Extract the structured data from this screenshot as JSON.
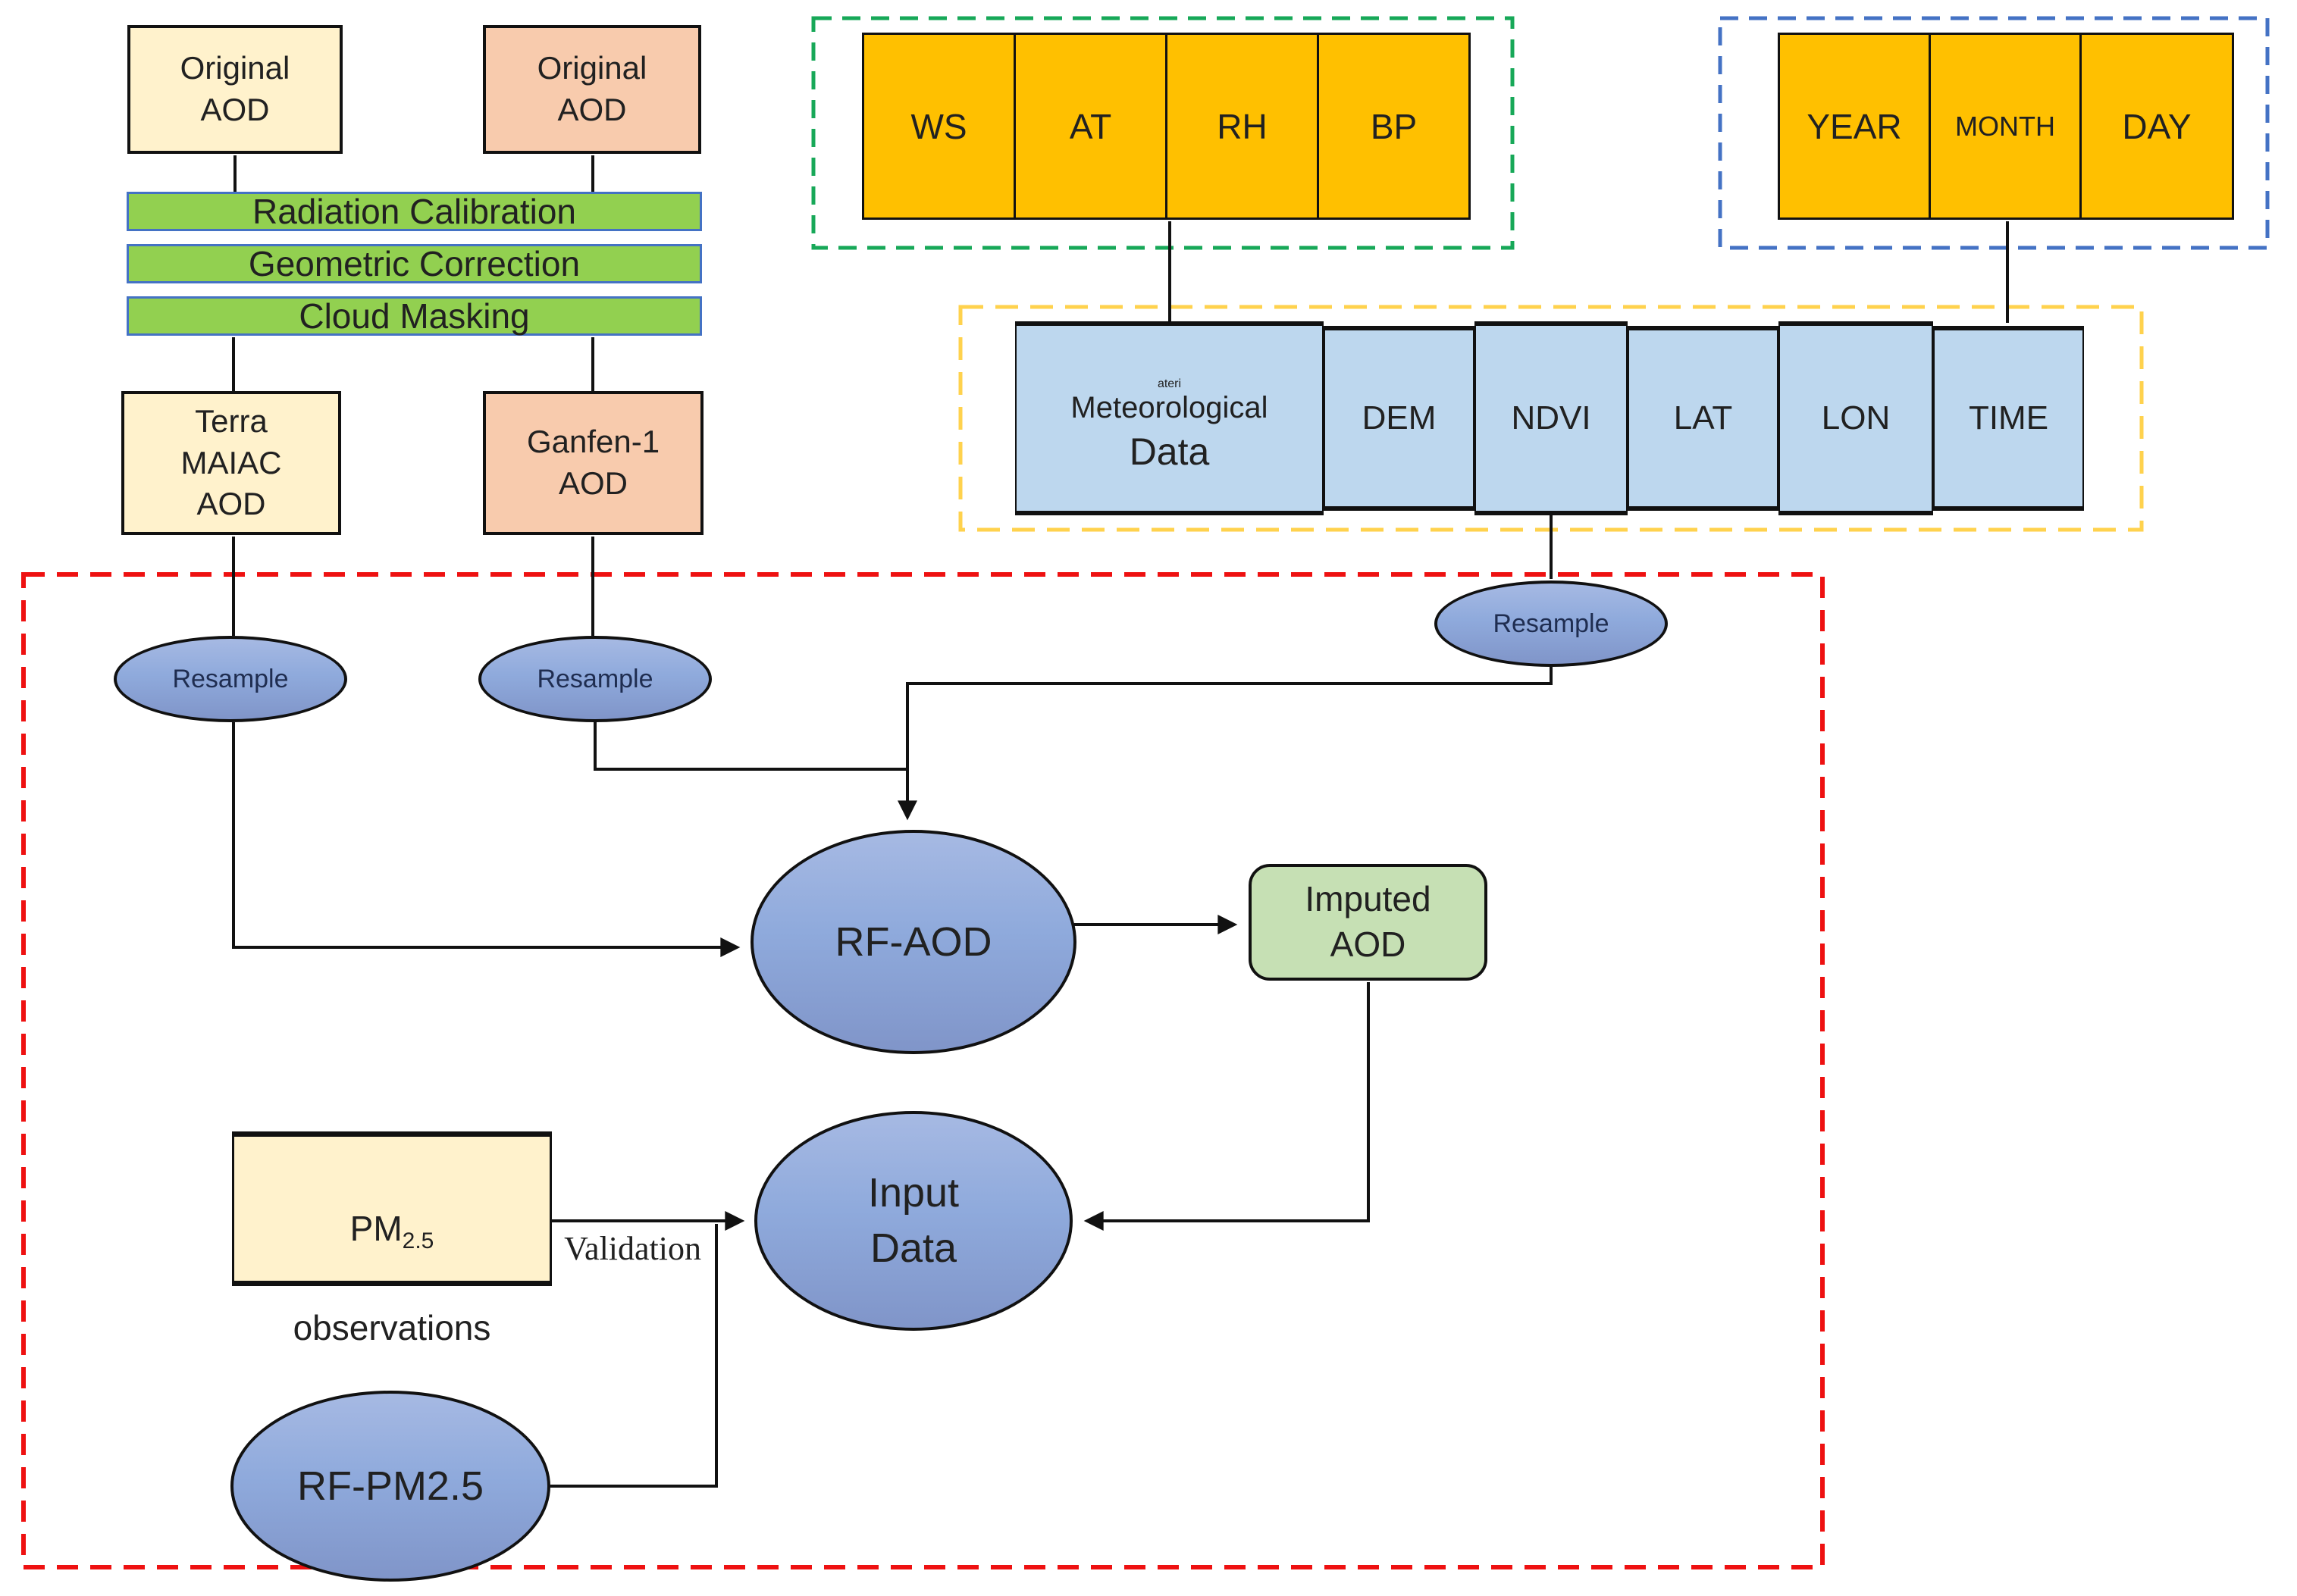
{
  "palette": {
    "cream_fill": "#FFF2CC",
    "salmon_fill": "#F8CBAD",
    "green_bar_fill": "#92D050",
    "green_bar_border": "#4472C4",
    "orange_fill": "#FFC000",
    "light_blue_fill": "#BDD7EE",
    "ellipse_fill": "#8FAADC",
    "imputed_fill": "#C6E0B4",
    "green_dash": "#17A858",
    "blue_dash": "#4472C4",
    "yellow_dash": "#FFD24D",
    "red_dash": "#EE1111",
    "line_color": "#111111"
  },
  "preprocess": {
    "original_terra_label": "Original\nAOD",
    "original_gaofen_label": "Original\nAOD",
    "steps": [
      "Radiation Calibration",
      "Geometric Correction",
      "Cloud Masking"
    ],
    "terra_label": "Terra\nMAIAC\nAOD",
    "gaofen_label": "Ganfen-1\nAOD"
  },
  "met_group": {
    "items": [
      "WS",
      "AT",
      "RH",
      "BP"
    ]
  },
  "date_group": {
    "items": [
      "YEAR",
      "MONTH",
      "DAY"
    ]
  },
  "feature_row": {
    "met_line1": "Meteorological",
    "met_line2": "Data",
    "items": [
      "DEM",
      "NDVI",
      "LAT",
      "LON",
      "TIME"
    ]
  },
  "flow": {
    "resample": "Resample",
    "rf_aod": "RF-AOD",
    "imputed": "Imputed\nAOD",
    "input": "Input\nData",
    "pm_prefix": "PM",
    "pm_sub": "2.5",
    "pm_suffix": "observations",
    "validation": "Validation",
    "rf_pm25": "RF-PM2.5"
  }
}
